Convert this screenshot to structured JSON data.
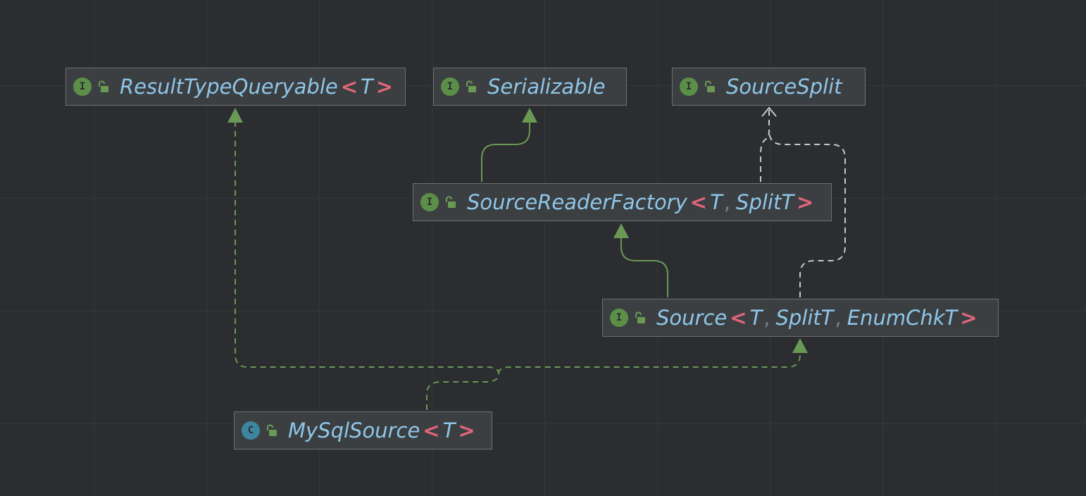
{
  "nodes": {
    "result_type_queryable": {
      "kind": "interface",
      "badge": "I",
      "name": "ResultTypeQueryable",
      "type_params": [
        "T"
      ]
    },
    "serializable": {
      "kind": "interface",
      "badge": "I",
      "name": "Serializable",
      "type_params": []
    },
    "source_split": {
      "kind": "interface",
      "badge": "I",
      "name": "SourceSplit",
      "type_params": []
    },
    "source_reader_factory": {
      "kind": "interface",
      "badge": "I",
      "name": "SourceReaderFactory",
      "type_params": [
        "T",
        "SplitT"
      ]
    },
    "source": {
      "kind": "interface",
      "badge": "I",
      "name": "Source",
      "type_params": [
        "T",
        "SplitT",
        "EnumChkT"
      ]
    },
    "mysql_source": {
      "kind": "class",
      "badge": "C",
      "name": "MySqlSource",
      "type_params": [
        "T"
      ]
    }
  },
  "generic_open": "<",
  "generic_close": ">",
  "generic_separator": ",",
  "colors": {
    "background": "#2b2d30",
    "node_fill": "#3c3f41",
    "node_border": "#6e7174",
    "name_text": "#8ec6e9",
    "generic_bracket": "#e0667a",
    "interface_badge": "#5b8f48",
    "class_badge": "#3e86a0",
    "extends_edge": "#6a9955",
    "dependency_edge": "#c7c9cc"
  },
  "edges": [
    {
      "from": "source_reader_factory",
      "to": "serializable",
      "style": "solid",
      "relation": "extends"
    },
    {
      "from": "source_reader_factory",
      "to": "source_split",
      "style": "dashed",
      "relation": "uses"
    },
    {
      "from": "source",
      "to": "source_reader_factory",
      "style": "solid",
      "relation": "extends"
    },
    {
      "from": "source",
      "to": "source_split",
      "style": "dashed",
      "relation": "uses"
    },
    {
      "from": "mysql_source",
      "to": "result_type_queryable",
      "style": "dashed",
      "relation": "implements"
    },
    {
      "from": "mysql_source",
      "to": "source",
      "style": "dashed",
      "relation": "implements"
    }
  ]
}
